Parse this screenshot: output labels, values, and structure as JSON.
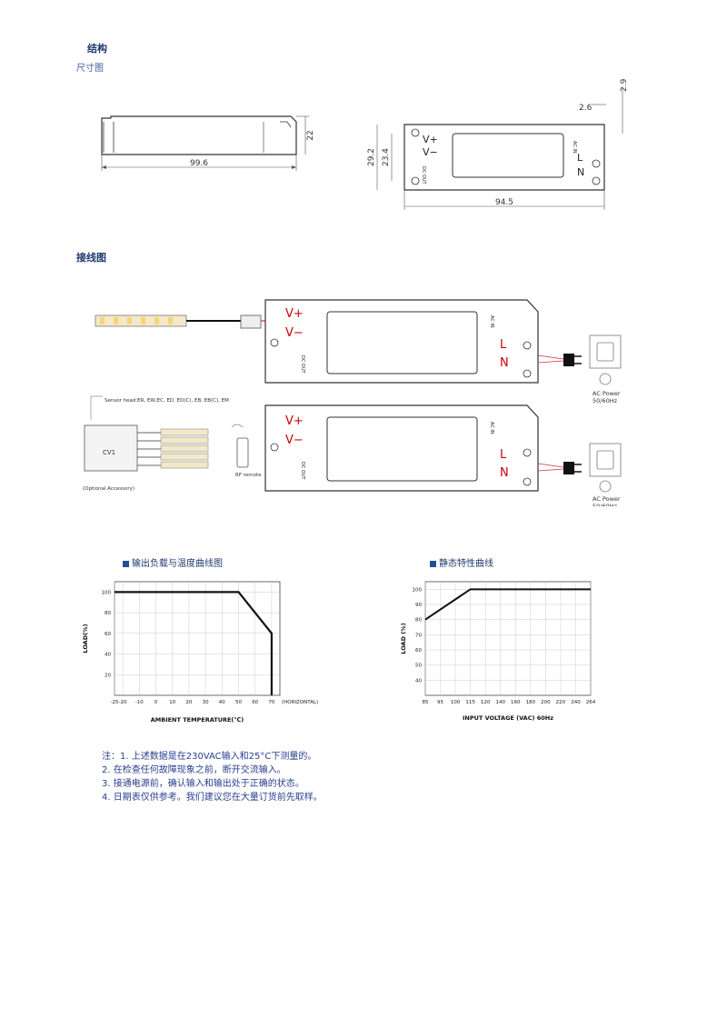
{
  "structure": {
    "title": "结构",
    "subtitle": "尺寸图"
  },
  "dimensions": {
    "side_length": "99.6",
    "side_height": "22",
    "top_height_outer": "29.2",
    "top_height_inner": "23.4",
    "top_length": "94.5",
    "hole_offset": "2.6",
    "hole_dia": "2.9"
  },
  "driver": {
    "v_plus": "V+",
    "v_minus": "V−",
    "l": "L",
    "n": "N",
    "ac_in": "AC IN",
    "dc_out": "DC OUT"
  },
  "wiring": {
    "title": "接线图",
    "sensor_head": "Sensor head:ER, EW,EC, ED, ED(C), EB, EB(C), EM",
    "optional": "(Optional Accessory)",
    "rf_remote": "RF remote",
    "cv_label": "CV1",
    "ac_power": "AC Power",
    "ac_freq": "50/60Hz"
  },
  "chart_data": [
    {
      "type": "line",
      "title": "输出负载与温度曲线图",
      "xlabel": "AMBIENT TEMPERATURE(℃)",
      "ylabel": "LOAD(%)",
      "x_ticks": [
        "-25",
        "-20",
        "-10",
        "0",
        "10",
        "20",
        "30",
        "40",
        "50",
        "60",
        "70"
      ],
      "x_suffix": "(HORIZONTAL)",
      "y_ticks": [
        "20",
        "40",
        "60",
        "80",
        "100"
      ],
      "xlim": [
        -25,
        75
      ],
      "ylim": [
        0,
        110
      ],
      "x": [
        -25,
        50,
        70,
        70
      ],
      "y": [
        100,
        100,
        60,
        0
      ]
    },
    {
      "type": "line",
      "title": "静态特性曲线",
      "xlabel": "INPUT VOLTAGE (VAC) 60Hz",
      "ylabel": "LOAD (%)",
      "x_ticks": [
        "85",
        "95",
        "100",
        "115",
        "120",
        "140",
        "160",
        "180",
        "200",
        "220",
        "240",
        "264"
      ],
      "y_ticks": [
        "40",
        "50",
        "60",
        "70",
        "80",
        "90",
        "100"
      ],
      "x": [
        85,
        115,
        264
      ],
      "y": [
        80,
        100,
        100
      ]
    }
  ],
  "notes": {
    "prefix": "注：",
    "n1": "1. 上述数据是在230VAC输入和25°C下测量的。",
    "n2": "2. 在检查任何故障现象之前，断开交流输入。",
    "n3": "3. 接通电源前，确认输入和输出处于正确的状态。",
    "n4": "4. 日期表仅供参考。我们建议您在大量订货前先取样。"
  }
}
